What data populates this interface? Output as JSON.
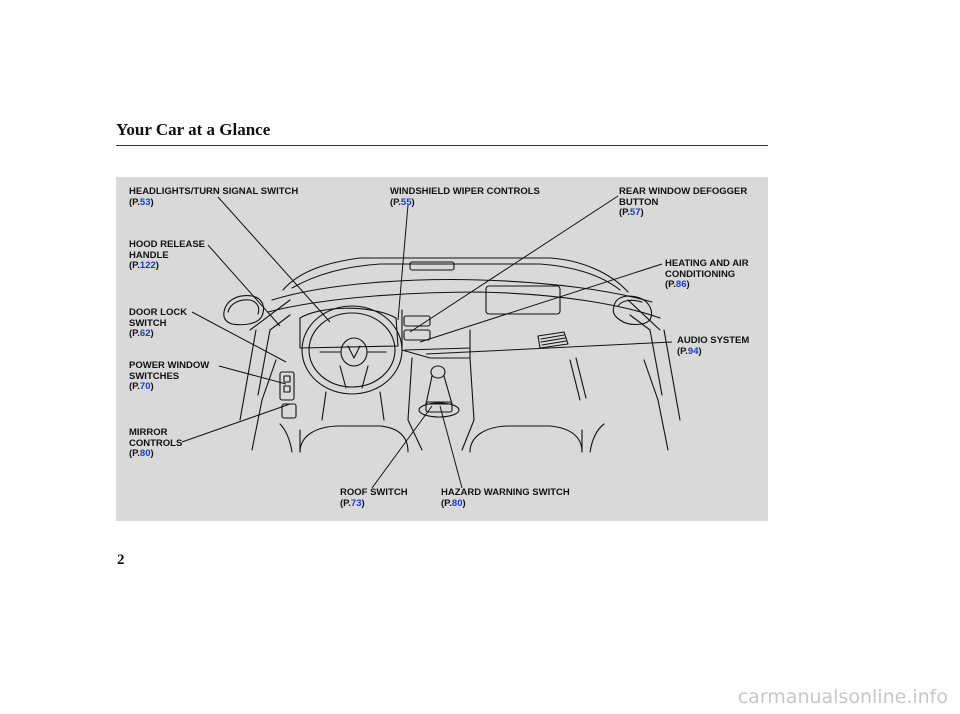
{
  "header": {
    "title": "Your Car at a Glance"
  },
  "page_number": "2",
  "watermark": "carmanualsonline.info",
  "callouts": {
    "headlights": {
      "lines": [
        "HEADLIGHTS/TURN SIGNAL SWITCH"
      ],
      "ref_prefix": "(P.",
      "page": "53",
      "ref_suffix": ")"
    },
    "hood": {
      "lines": [
        "HOOD RELEASE",
        "HANDLE"
      ],
      "ref_prefix": "(P.",
      "page": "122",
      "ref_suffix": ")"
    },
    "door_lock": {
      "lines": [
        "DOOR LOCK",
        "SWITCH"
      ],
      "ref_prefix": "(P.",
      "page": "62",
      "ref_suffix": ")"
    },
    "power_window": {
      "lines": [
        "POWER WINDOW",
        "SWITCHES"
      ],
      "ref_prefix": "(P.",
      "page": "70",
      "ref_suffix": ")"
    },
    "mirror": {
      "lines": [
        "MIRROR",
        "CONTROLS"
      ],
      "ref_prefix": "(P.",
      "page": "80",
      "ref_suffix": ")"
    },
    "wiper": {
      "lines": [
        "WINDSHIELD WIPER CONTROLS"
      ],
      "ref_prefix": "(P.",
      "page": "55",
      "ref_suffix": ")"
    },
    "defogger": {
      "lines": [
        "REAR WINDOW DEFOGGER",
        "BUTTON"
      ],
      "ref_prefix": "(P.",
      "page": "57",
      "ref_suffix": ")"
    },
    "hvac": {
      "lines": [
        "HEATING AND AIR",
        "CONDITIONING"
      ],
      "ref_prefix": "(P.",
      "page": "86",
      "ref_suffix": ")"
    },
    "audio": {
      "lines": [
        "AUDIO SYSTEM"
      ],
      "ref_prefix": "(P.",
      "page": "94",
      "ref_suffix": ")"
    },
    "roof": {
      "lines": [
        "ROOF SWITCH"
      ],
      "ref_prefix": "(P.",
      "page": "73",
      "ref_suffix": ")"
    },
    "hazard": {
      "lines": [
        "HAZARD WARNING SWITCH"
      ],
      "ref_prefix": "(P.",
      "page": "80",
      "ref_suffix": ")"
    }
  },
  "colors": {
    "page_link": "#1a3cc8",
    "panel": "#d9d9d9"
  }
}
